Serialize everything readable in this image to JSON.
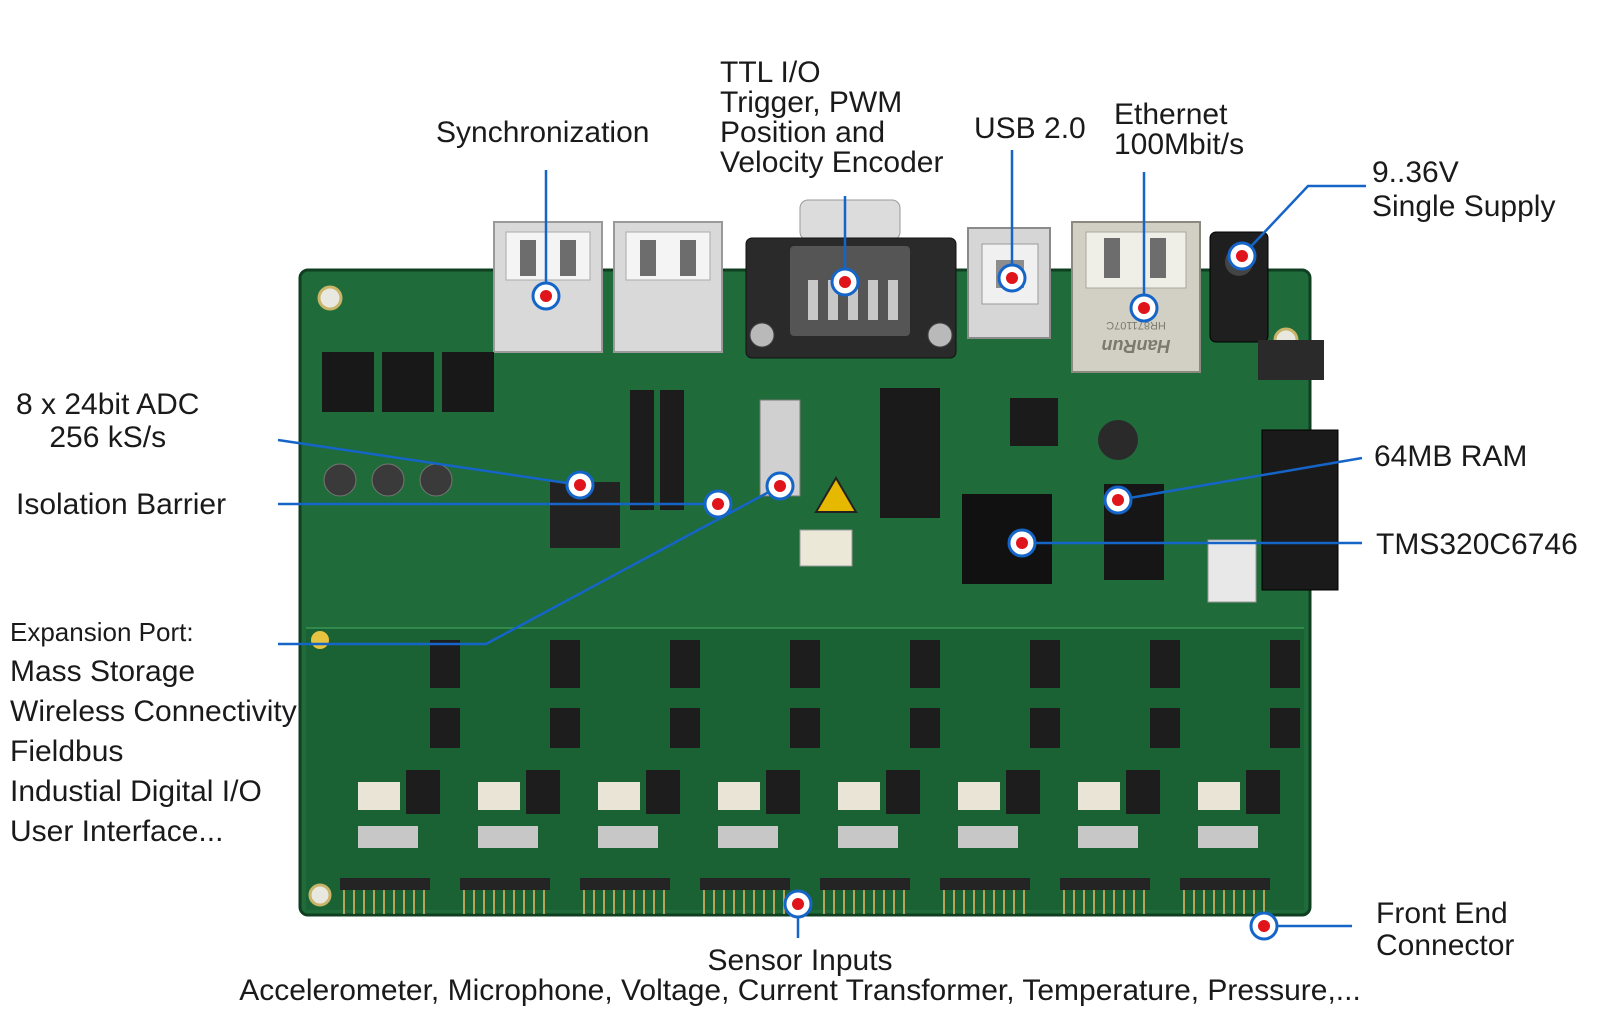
{
  "callouts": {
    "synchronization": {
      "lines": [
        "Synchronization"
      ]
    },
    "ttl_io": {
      "lines": [
        "TTL I/O",
        "Trigger, PWM",
        "Position and",
        "Velocity Encoder"
      ]
    },
    "usb": {
      "lines": [
        "USB 2.0"
      ]
    },
    "ethernet": {
      "lines": [
        "Ethernet",
        "100Mbit/s"
      ]
    },
    "supply": {
      "lines": [
        "9..36V",
        "Single Supply"
      ]
    },
    "adc": {
      "lines": [
        "8 x 24bit ADC",
        "256 kS/s"
      ]
    },
    "isolation": {
      "lines": [
        "Isolation Barrier"
      ]
    },
    "expansion": {
      "lines": [
        "Expansion Port:",
        "Mass Storage",
        "Wireless Connectivity",
        "Fieldbus",
        "Industial Digital I/O",
        "User Interface..."
      ]
    },
    "ram": {
      "lines": [
        "64MB RAM"
      ]
    },
    "dsp": {
      "lines": [
        "TMS320C6746"
      ]
    },
    "front_end": {
      "lines": [
        "Front End",
        "Connector"
      ]
    },
    "sensor": {
      "lines": [
        "Sensor Inputs",
        "Accelerometer, Microphone, Voltage, Current Transformer, Temperature, Pressure,..."
      ]
    }
  },
  "board_markings": {
    "jack_brand": "HanRun",
    "jack_part": "HR871107C"
  },
  "colors": {
    "pcb": "#1f6b3a",
    "pcb_dark": "#154f2a",
    "leader_line": "#1565c8",
    "marker_ring": "#1565c8",
    "marker_dot": "#e0141b",
    "text": "#1a1a1a"
  }
}
